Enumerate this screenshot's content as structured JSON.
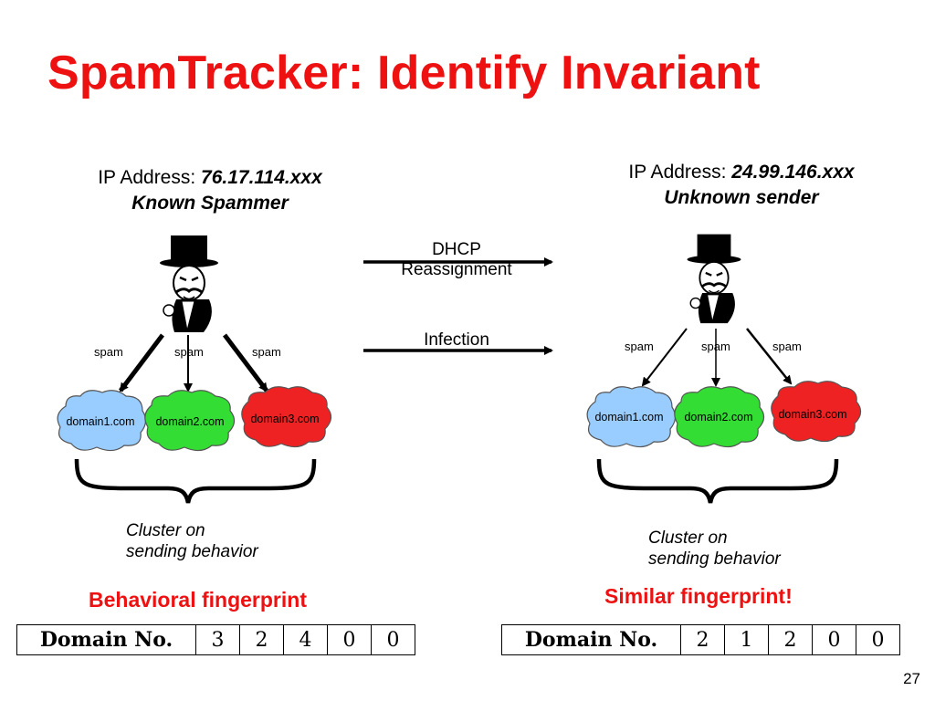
{
  "title": "SpamTracker: Identify Invariant",
  "left": {
    "ip_prefix": "IP Address: ",
    "ip_value": "76.17.114.xxx",
    "status": "Known Spammer",
    "spam_labels": [
      "spam",
      "spam",
      "spam"
    ],
    "domains": [
      "domain1.com",
      "domain2.com",
      "domain3.com"
    ],
    "cluster_line1": "Cluster on",
    "cluster_line2": "sending behavior",
    "fingerprint_label": "Behavioral fingerprint",
    "table_header": "Domain No.",
    "table_values": [
      "3",
      "2",
      "4",
      "0",
      "0"
    ]
  },
  "right": {
    "ip_prefix": "IP Address: ",
    "ip_value": "24.99.146.xxx",
    "status": "Unknown sender",
    "spam_labels": [
      "spam",
      "spam",
      "spam"
    ],
    "domains": [
      "domain1.com",
      "domain2.com",
      "domain3.com"
    ],
    "cluster_line1": "Cluster on",
    "cluster_line2": "sending behavior",
    "fingerprint_label": "Similar fingerprint!",
    "table_header": "Domain No.",
    "table_values": [
      "2",
      "1",
      "2",
      "0",
      "0"
    ]
  },
  "middle": {
    "dhcp_line1": "DHCP",
    "dhcp_line2": "Reassignment",
    "infection": "Infection"
  },
  "colors": {
    "title": "#ee1111",
    "domain1": "#99ccff",
    "domain2": "#33dd33",
    "domain3": "#ee2222"
  },
  "page_number": "27"
}
